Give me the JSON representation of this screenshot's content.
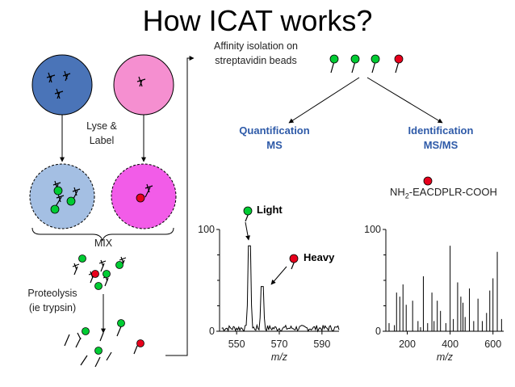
{
  "title": "How ICAT works?",
  "left": {
    "lyse_label": [
      "Lyse &",
      "Label"
    ],
    "mix_label": "MIX",
    "proteolysis_label": [
      "Proteolysis",
      "(ie trypsin)"
    ]
  },
  "affinity_label": [
    "Affinity isolation on",
    "streptavidin beads"
  ],
  "quantification": [
    "Quantification",
    "MS"
  ],
  "identification": [
    "Identification",
    "MS/MS"
  ],
  "peptide": {
    "prefix": "NH",
    "sub": "2",
    "suffix": "-EACDPLR-COOH"
  },
  "legend": {
    "light": "Light",
    "heavy": "Heavy"
  },
  "colors": {
    "light": "#00cc33",
    "heavy": "#e8001c",
    "blue_cell": "#4a74b8",
    "pink_cell": "#f58fd0",
    "lysed_blue": "#a4bfe3",
    "lysed_pink": "#f25ce8"
  },
  "chart_data": [
    {
      "type": "line",
      "title": "",
      "xlabel": "m/z",
      "ylabel": "",
      "xticks": [
        550,
        570,
        590
      ],
      "yticks": [
        0,
        100
      ],
      "xlim": [
        542,
        598
      ],
      "ylim": [
        0,
        100
      ],
      "series": [
        {
          "name": "Light",
          "peak": [
            556,
            84
          ]
        },
        {
          "name": "Heavy",
          "peak": [
            562,
            44
          ]
        }
      ],
      "noise_level": 6
    },
    {
      "type": "bar",
      "title": "",
      "xlabel": "m/z",
      "ylabel": "",
      "xticks": [
        200,
        400,
        600
      ],
      "yticks": [
        0,
        100
      ],
      "xlim": [
        100,
        650
      ],
      "ylim": [
        0,
        100
      ],
      "x": [
        115,
        140,
        150,
        165,
        180,
        195,
        225,
        250,
        262,
        275,
        295,
        315,
        325,
        340,
        355,
        380,
        400,
        415,
        435,
        450,
        460,
        470,
        490,
        510,
        530,
        550,
        570,
        585,
        600,
        620,
        640
      ],
      "values": [
        8,
        6,
        38,
        34,
        46,
        26,
        30,
        10,
        4,
        54,
        8,
        38,
        10,
        30,
        20,
        8,
        84,
        12,
        48,
        34,
        28,
        14,
        42,
        10,
        32,
        10,
        18,
        40,
        52,
        78,
        12
      ]
    }
  ]
}
